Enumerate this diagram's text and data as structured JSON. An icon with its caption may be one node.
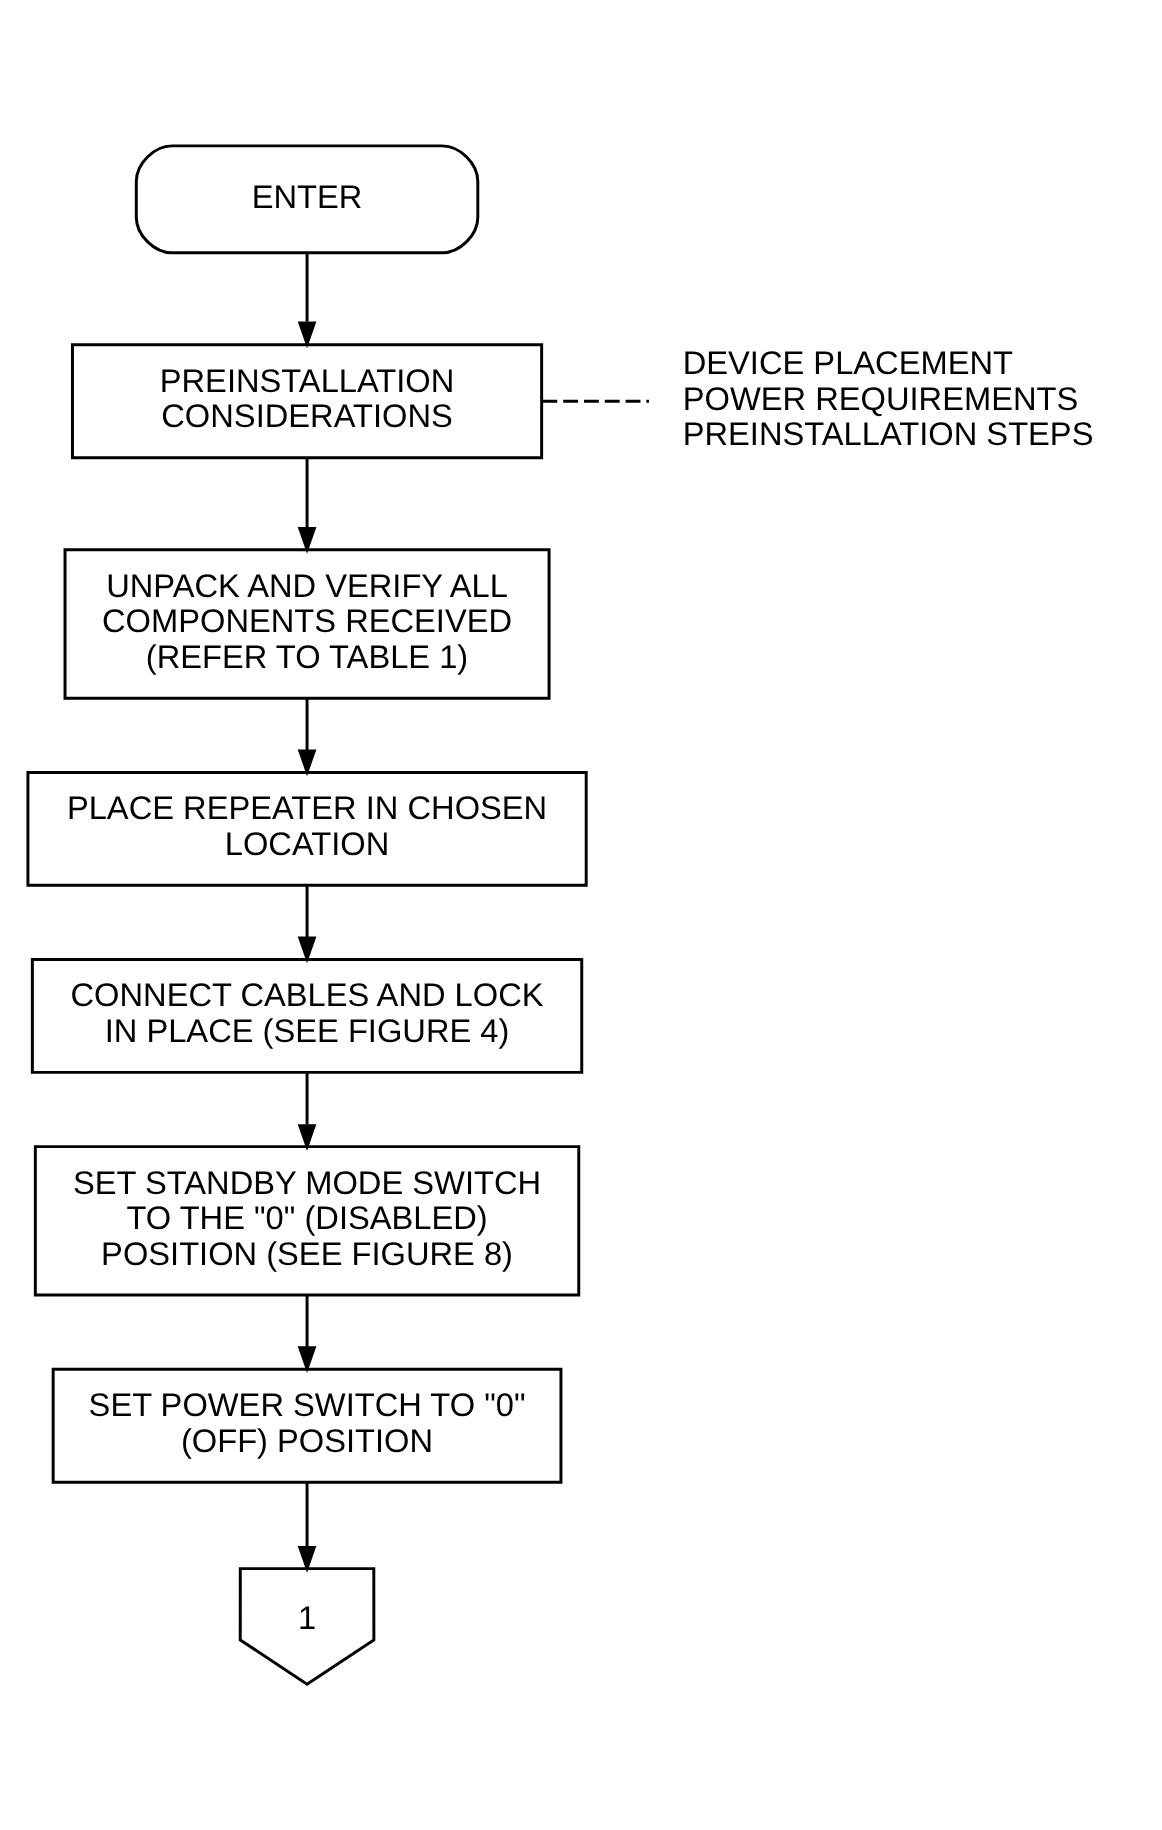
{
  "diagram": {
    "nodes": [
      {
        "text": [
          "ENTER"
        ]
      },
      {
        "text": [
          "PREINSTALLATION CONSIDERATIONS"
        ]
      },
      {
        "text": [
          "DEVICE PLACEMENT",
          "POWER REQUIREMENTS",
          "PREINSTALLATION STEPS"
        ]
      },
      {
        "text": [
          "UNPACK AND VERIFY ALL COMPONENTS RECEIVED (REFER TO TABLE 1)"
        ]
      },
      {
        "text": [
          "PLACE REPEATER IN CHOSEN LOCATION"
        ]
      },
      {
        "text": [
          "CONNECT CABLES AND LOCK IN PLACE (SEE FIGURE 4)"
        ]
      },
      {
        "text": [
          "SET STANDBY MODE SWITCH TO THE \"0\" (DISABLED) POSITION (SEE FIGURE 8)"
        ]
      },
      {
        "text": [
          "SET POWER SWITCH TO \"0\" (OFF) POSITION"
        ]
      },
      {
        "text": [
          "1"
        ]
      }
    ],
    "edges": [
      {
        "from": 0,
        "to": 1,
        "arrow": "to"
      },
      {
        "from": 1,
        "to": 2,
        "arrow": "none",
        "style": "dashed"
      },
      {
        "from": 1,
        "to": 3,
        "arrow": "to"
      },
      {
        "from": 3,
        "to": 4,
        "arrow": "to"
      },
      {
        "from": 4,
        "to": 5,
        "arrow": "to"
      },
      {
        "from": 5,
        "to": 6,
        "arrow": "to"
      },
      {
        "from": 6,
        "to": 7,
        "arrow": "to"
      },
      {
        "from": 7,
        "to": 8,
        "arrow": "to"
      }
    ]
  }
}
